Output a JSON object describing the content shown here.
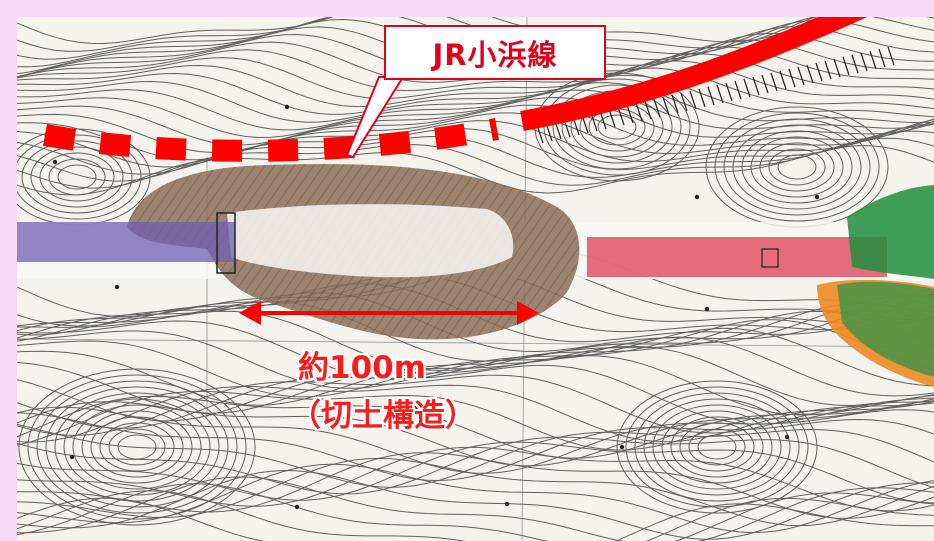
{
  "callout": {
    "text": "JR小浜線"
  },
  "annotation": {
    "distance": "約100m",
    "structure": "（切土構造）"
  },
  "colors": {
    "frame": "#f6d9f4",
    "accent_red": "#ff0000",
    "cut_area": "#8b6e58",
    "left_section": "#6f5fb5",
    "right_section": "#e0485a",
    "orange_area": "#f08a24",
    "green_area": "#1e8f3c"
  }
}
